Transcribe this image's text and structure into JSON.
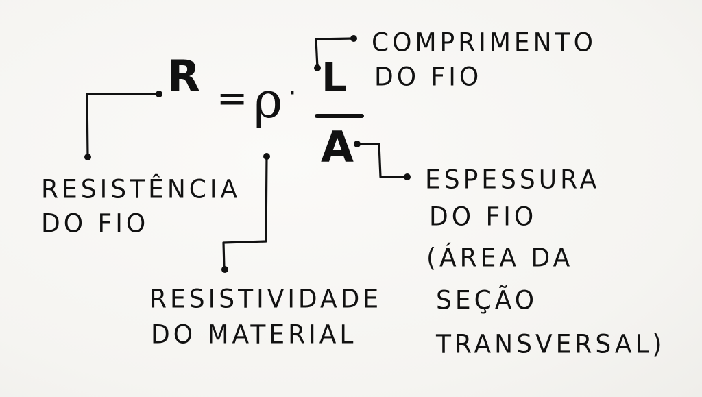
{
  "formula": {
    "resistance_symbol": "R",
    "equals": "=",
    "resistivity_symbol": "ρ",
    "multiply": "·",
    "length_symbol": "L",
    "area_symbol": "A"
  },
  "labels": {
    "length": [
      "COMPRIMENTO",
      "DO FIO"
    ],
    "resistance": [
      "RESISTÊNCIA",
      "DO FIO"
    ],
    "resistivity": [
      "RESISTIVIDADE",
      "DO MATERIAL"
    ],
    "area": [
      "ESPESSURA",
      "DO FIO",
      "(ÁREA DA",
      "SEÇÃO",
      "TRANSVERSAL)"
    ]
  },
  "colors": {
    "ink": "#111111",
    "paper": "#f7f6f3"
  }
}
